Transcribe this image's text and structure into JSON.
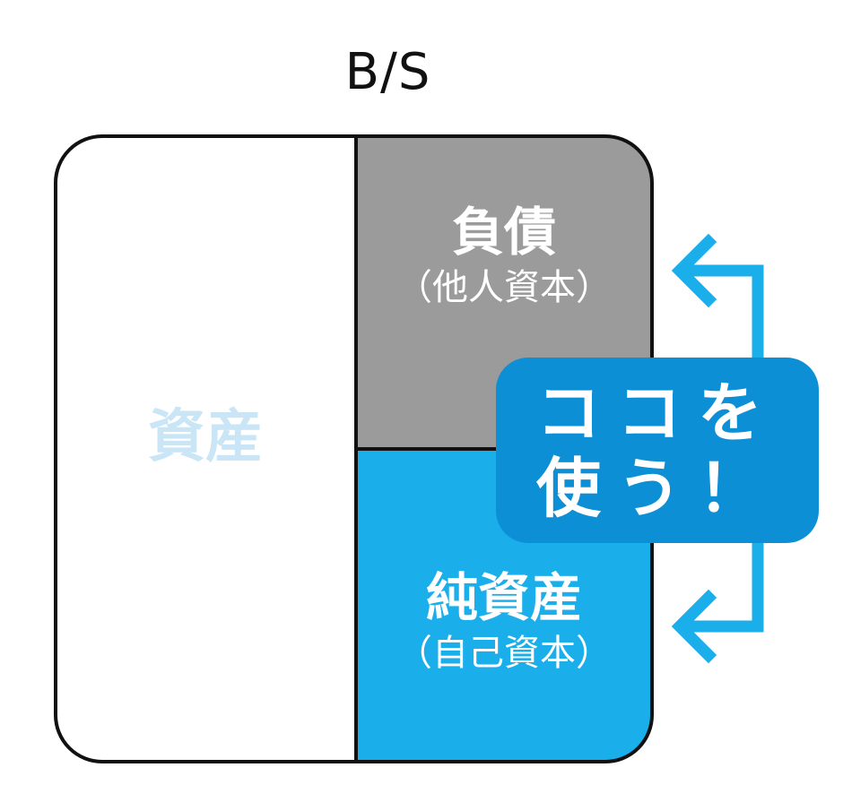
{
  "title": "B/S",
  "assets": {
    "label": "資産"
  },
  "liabilities": {
    "label": "負債",
    "sublabel": "（他人資本）"
  },
  "net_assets": {
    "label": "純資産",
    "sublabel": "（自己資本）"
  },
  "callout": {
    "line1": "ココを",
    "line2": "使う！"
  },
  "colors": {
    "outline": "#111111",
    "liabilities_fill": "#9a9b9a",
    "net_assets_fill": "#1aaeea",
    "assets_text": "#c9e5f6",
    "callout_fill": "#0d8fd6",
    "arrow": "#1aaeea"
  }
}
